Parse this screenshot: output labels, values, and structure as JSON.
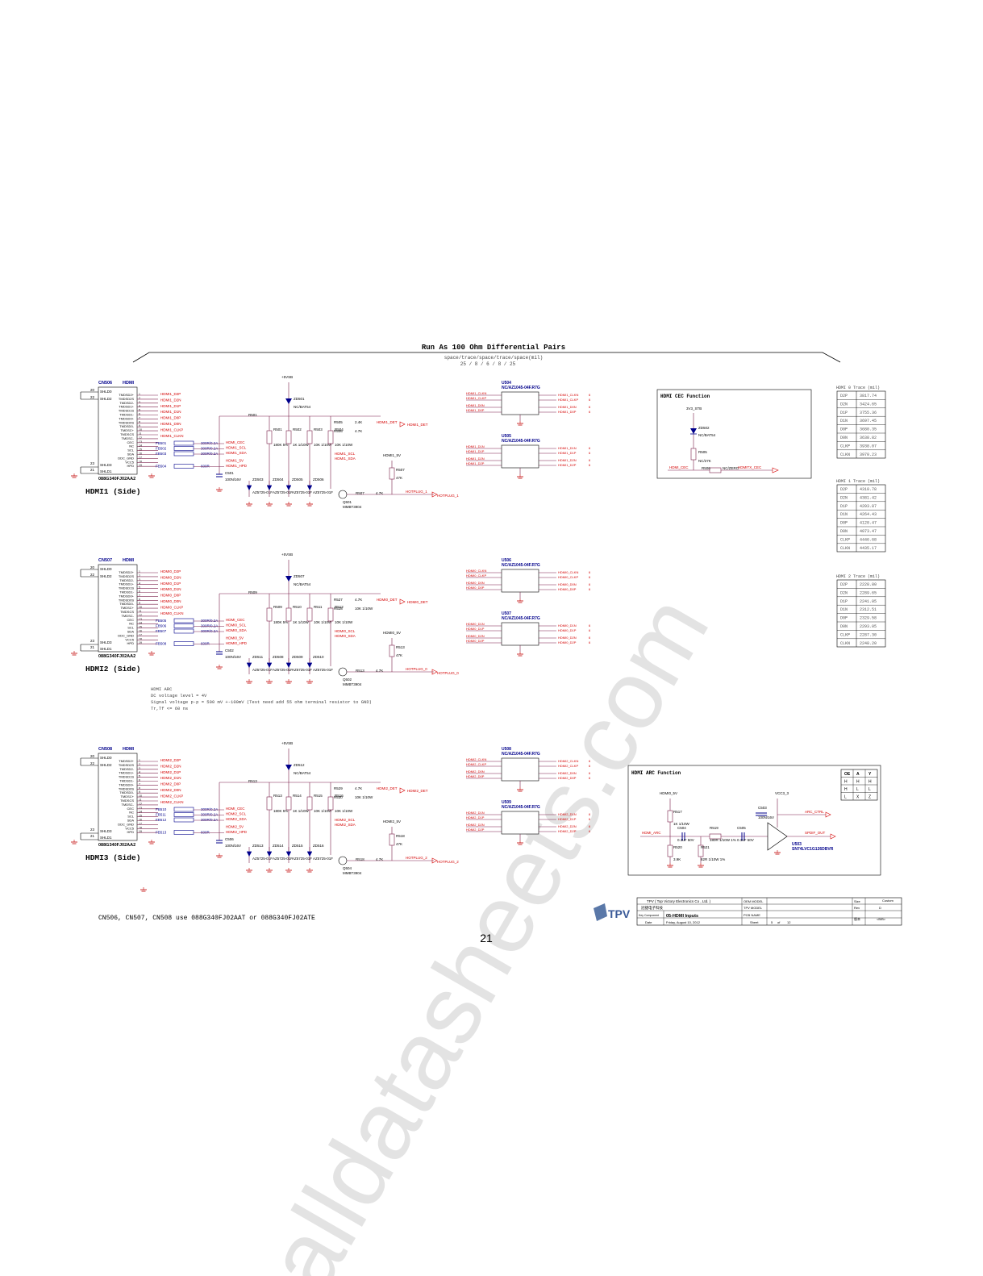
{
  "header": {
    "title": "Run As 100 Ohm Differential Pairs",
    "spacing_line": "space/trace/space/trace/space(mil)",
    "spacing_values": "25 / 8 / 6 / 8 / 25"
  },
  "hdmi_blocks": [
    {
      "connector": "CN506",
      "type": "HDMI",
      "part": "088G340FJ02AA2",
      "label": "HDMI1 (Side)",
      "pin_names": [
        "TMDSD2+",
        "TMDSD2S",
        "TMDSD2-",
        "TMDSD1+",
        "TMDSD1S",
        "TMDSD1-",
        "TMDSD0+",
        "TMDSD0S",
        "TMDSD0-",
        "TMDSC+",
        "TMDSCS",
        "TMDSC-",
        "CEC",
        "NC",
        "SCL",
        "SDA",
        "DDC_GND",
        "VCC5",
        "HPD"
      ],
      "shield_pins": [
        "SHLD0",
        "SHLD2",
        "SHLD3",
        "SHLD1"
      ],
      "shield_nums": [
        "20",
        "22",
        "23",
        "21"
      ],
      "nets_top": [
        "HDMI1_D2P",
        "HDMI1_D2N",
        "HDMI1_D1P",
        "HDMI1_D1N",
        "HDMI1_D0P",
        "HDMI1_D0N",
        "HDMI1_CLKP",
        "HDMI1_CLKN"
      ],
      "bead_refs": [
        "FB501",
        "FB502",
        "FB503",
        "FB504"
      ],
      "bead_vals": [
        "300R/0.2A",
        "300R/0.2A",
        "300R/0.2A",
        "600R"
      ],
      "nets_mid": [
        "HDMI_CEC",
        "HDMI1_SCL",
        "HDMI1_SDA",
        "HDMI1_5V",
        "HDMI1_HPD"
      ],
      "cap": "C501",
      "cap_val": "100N/16V",
      "zener_top": "ZD501",
      "zener_top_val": "NC/BAT54",
      "res_refs": [
        "R501",
        "R502",
        "R503",
        "R504",
        "R505",
        "R506",
        "R507",
        "R508"
      ],
      "res_vals": [
        "180K 5%",
        "1K 1/10W",
        "10K 1/10W",
        "10K 1/10W",
        "2.4K",
        "4.7K",
        "4.7K",
        "47K"
      ],
      "tvs_refs": [
        "ZD503",
        "ZD504",
        "ZD505",
        "ZD506"
      ],
      "tvs_val": "AZ5725-01F",
      "transistor": "Q501",
      "transistor_val": "MMBT3904",
      "det_net": "HDMI1_DET",
      "hotplug_net": "HOTPLUG_1",
      "five_v": "HDMI1_5V",
      "off_scl": "HDMI1_SCL",
      "off_sda": "HDMI1_SDA",
      "esd_a": "U504",
      "esd_b": "U505",
      "esd_val": "NC/AZ1045-04F.R7G",
      "esd_a_nets": [
        "HDMI1_CLKN",
        "HDMI1_CLKP",
        "HDMI1_D0N",
        "HDMI1_D0P"
      ],
      "esd_b_nets": [
        "HDMI1_D1N",
        "HDMI1_D1P",
        "HDMI1_D2N",
        "HDMI1_D2P"
      ],
      "supply": "+5VSB"
    },
    {
      "connector": "CN507",
      "type": "HDMI",
      "part": "088G340FJ02AA2",
      "label": "HDMI2 (Side)",
      "pin_names": [
        "TMDSD2+",
        "TMDSD2S",
        "TMDSD2-",
        "TMDSD1+",
        "TMDSD1S",
        "TMDSD1-",
        "TMDSD0+",
        "TMDSD0S",
        "TMDSD0-",
        "TMDSC+",
        "TMDSCS",
        "TMDSC-",
        "CEC",
        "NC",
        "SCL",
        "SDA",
        "DDC_GND",
        "VCC5",
        "HPD"
      ],
      "shield_pins": [
        "SHLD0",
        "SHLD2",
        "SHLD3",
        "SHLD1"
      ],
      "shield_nums": [
        "20",
        "22",
        "23",
        "21"
      ],
      "nets_top": [
        "HDMI0_D2P",
        "HDMI0_D2N",
        "HDMI0_D1P",
        "HDMI0_D1N",
        "HDMI0_D0P",
        "HDMI0_D0N",
        "HDMI0_CLKP",
        "HDMI0_CLKN"
      ],
      "bead_refs": [
        "FB505",
        "FB506",
        "FB507",
        "FB508"
      ],
      "bead_vals": [
        "300R/0.2A",
        "300R/0.2A",
        "300R/0.2A",
        "600R"
      ],
      "nets_mid": [
        "HDMI_CEC",
        "HDMI0_SCL",
        "HDMI0_SDA",
        "HDMI0_5V",
        "HDMI0_HPD"
      ],
      "cap": "C502",
      "cap_val": "100N/16V",
      "zener_top": "ZD507",
      "zener_top_val": "NC/BAT54",
      "res_refs": [
        "R509",
        "R510",
        "R511",
        "R512",
        "R527",
        "R528",
        "R513",
        "R520"
      ],
      "res_vals": [
        "180K 5%",
        "1K 1/10W",
        "10K 1/10W",
        "10K 1/10W",
        "4.7K",
        "10K 1/10W",
        "4.7K",
        "47K"
      ],
      "tvs_refs": [
        "ZD511",
        "ZD508",
        "ZD509",
        "ZD510"
      ],
      "tvs_val": "AZ5725-01F",
      "transistor": "Q502",
      "transistor_val": "MMBT3904",
      "det_net": "HDMI0_DET",
      "hotplug_net": "HOTPLUG_0",
      "five_v": "HDMI0_5V",
      "off_scl": "HDMI0_SCL",
      "off_sda": "HDMI0_SDA",
      "esd_a": "U506",
      "esd_b": "U507",
      "esd_val": "NC/AZ1045-04F.R7G",
      "esd_a_nets": [
        "HDMI0_CLKN",
        "HDMI0_CLKP",
        "HDMI0_D0N",
        "HDMI0_D0P"
      ],
      "esd_b_nets": [
        "HDMI0_D1N",
        "HDMI0_D1P",
        "HDMI0_D2N",
        "HDMI0_D2P"
      ],
      "supply": "+5VSB"
    },
    {
      "connector": "CN508",
      "type": "HDMI",
      "part": "088G340FJ02AA2",
      "label": "HDMI3 (Side)",
      "pin_names": [
        "TMDSD2+",
        "TMDSD2S",
        "TMDSD2-",
        "TMDSD1+",
        "TMDSD1S",
        "TMDSD1-",
        "TMDSD0+",
        "TMDSD0S",
        "TMDSD0-",
        "TMDSC+",
        "TMDSCS",
        "TMDSC-",
        "CEC",
        "NC",
        "SCL",
        "SDA",
        "DDC_GND",
        "VCC5",
        "HPD"
      ],
      "shield_pins": [
        "SHLD0",
        "SHLD2",
        "SHLD3",
        "SHLD1"
      ],
      "shield_nums": [
        "20",
        "22",
        "23",
        "21"
      ],
      "nets_top": [
        "HDMI2_D2P",
        "HDMI2_D2N",
        "HDMI2_D1P",
        "HDMI2_D1N",
        "HDMI2_D0P",
        "HDMI2_D0N",
        "HDMI2_CLKP",
        "HDMI2_CLKN"
      ],
      "bead_refs": [
        "FB510",
        "FB511",
        "FB512",
        "FB513"
      ],
      "bead_vals": [
        "300R/0.2A",
        "300R/0.2A",
        "300R/0.2A",
        "600R"
      ],
      "nets_mid": [
        "HDMI_CEC",
        "HDMI2_SCL",
        "HDMI2_SDA",
        "HDMI2_5V",
        "HDMI2_HPD"
      ],
      "cap": "C506",
      "cap_val": "100N/16V",
      "zener_top": "ZD512",
      "zener_top_val": "NC/BAT54",
      "res_refs": [
        "R513",
        "R514",
        "R515",
        "R516",
        "R529",
        "R530",
        "R518",
        "R524"
      ],
      "res_vals": [
        "180K 5%",
        "1K 1/10W",
        "10K 1/10W",
        "10K 1/10W",
        "4.7K",
        "10K 1/10W",
        "4.7K",
        "47K"
      ],
      "tvs_refs": [
        "ZD513",
        "ZD514",
        "ZD515",
        "ZD516"
      ],
      "tvs_val": "AZ5725-01F",
      "transistor": "Q504",
      "transistor_val": "MMBT3904",
      "det_net": "HDMI2_DET",
      "hotplug_net": "HOTPLUG_2",
      "five_v": "HDMI2_5V",
      "off_scl": "HDMI2_SCL",
      "off_sda": "HDMI2_SDA",
      "esd_a": "U508",
      "esd_b": "U509",
      "esd_val": "NC/AZ1045-04F.R7G",
      "esd_a_nets": [
        "HDMI2_CLKN",
        "HDMI2_CLKP",
        "HDMI2_D0N",
        "HDMI2_D0P"
      ],
      "esd_b_nets": [
        "HDMI2_D1N",
        "HDMI2_D1P",
        "HDMI2_D2N",
        "HDMI2_D2P"
      ],
      "supply": "+5VSB"
    }
  ],
  "cec_box": {
    "title": "HDMI CEC Function",
    "supply": "3V3_STB",
    "diode": "ZD502",
    "diode_val": "NC/BAT54",
    "r_pull": "R505",
    "r_pull_val": "NC/27K",
    "r_ser": "R506",
    "r_ser_val": "NC/ZERO",
    "net_in": "HDMI_CEC",
    "net_out": "HDMITX_CEC"
  },
  "trace_tables": [
    {
      "title": "HDMI 0 Trace (mil)",
      "rows": [
        [
          "D2P",
          "3817.74"
        ],
        [
          "D2N",
          "3424.65"
        ],
        [
          "D1P",
          "3755.36"
        ],
        [
          "D1N",
          "3697.45"
        ],
        [
          "D0P",
          "3680.35"
        ],
        [
          "D0N",
          "3638.82"
        ],
        [
          "CLKP",
          "3938.07"
        ],
        [
          "CLKN",
          "3970.23"
        ]
      ]
    },
    {
      "title": "HDMI 1 Trace (mil)",
      "rows": [
        [
          "D2P",
          "4310.78"
        ],
        [
          "D2N",
          "4381.42"
        ],
        [
          "D1P",
          "4203.87"
        ],
        [
          "D1N",
          "4264.43"
        ],
        [
          "D0P",
          "4128.47"
        ],
        [
          "D0N",
          "4073.47"
        ],
        [
          "CLKP",
          "4446.68"
        ],
        [
          "CLKN",
          "4435.17"
        ]
      ]
    },
    {
      "title": "HDMI 2 Trace (mil)",
      "rows": [
        [
          "D2P",
          "2228.80"
        ],
        [
          "D2N",
          "2289.65"
        ],
        [
          "D1P",
          "2241.05"
        ],
        [
          "D1N",
          "2312.51"
        ],
        [
          "D0P",
          "2329.58"
        ],
        [
          "D0N",
          "2293.05"
        ],
        [
          "CLKP",
          "2287.30"
        ],
        [
          "CLKN",
          "2248.20"
        ]
      ]
    }
  ],
  "arc_note": [
    "HDMI ARC",
    "DC voltage level = 4V",
    "Signal voltage p-p = 500 mV +-100mV (Test  need add 55 ohm terminal resistor to GND)",
    "Tr,Tf <= 60 ns"
  ],
  "arc_box": {
    "title": "HDMI ARC Function",
    "supply_a": "HDMI0_5V",
    "supply_b": "VCC3_3",
    "net_in": "HDMI_ARC",
    "net_out": "SPDIF_OUT",
    "ctrl": "ARC_CTRL",
    "parts": [
      [
        "R517",
        "1K 1/10W"
      ],
      [
        "C504",
        "0.1uF 50V"
      ],
      [
        "R519",
        "180R 1/10W 1%"
      ],
      [
        "C505",
        "0.1uF 50V"
      ],
      [
        "R520",
        "3.9K"
      ],
      [
        "R521",
        "82R 1/10W 1%"
      ],
      [
        "C503",
        "100N/16V"
      ]
    ],
    "ic_ref": "U503",
    "ic_val": "SN74LVC1G126DBVR",
    "truth_head": [
      "OE",
      "A",
      "Y"
    ],
    "truth_rows": [
      [
        "H",
        "H",
        "H"
      ],
      [
        "H",
        "L",
        "L"
      ],
      [
        "L",
        "X",
        "Z"
      ]
    ]
  },
  "footer_note": "CN506, CN507, CN508 use 088G340FJ02AAT or 088G340FJ02ATE",
  "page_number": "21",
  "watermark": "alldatasheets.com",
  "title_block": {
    "logo": "TPV",
    "company": "TPV ( Top Victory Electronics Co , Ltd. )",
    "company_cn": "冠捷电子科技",
    "oem_label": "OEM MODEL",
    "tpv_label": "TPV MODEL",
    "key_label": "Key Component",
    "key_value": "05-HDMI Inputs",
    "pcb_label": "PCB NAME",
    "date_label": "Date",
    "date_value": "Friday, August 10, 2012",
    "sheet_label": "Sheet",
    "sheet_value": "5",
    "of_label": "of",
    "of_value": "12",
    "size_label": "Size",
    "size_value": "Custom",
    "rev_label": "Rev",
    "rev_value": "D",
    "cn_label": "版本",
    "cn_value": "<B/B>"
  },
  "colors": {
    "line": "#000000",
    "wire": "#7a1f4a",
    "net": "#d40000",
    "part": "#00008b",
    "ground": "#c00000",
    "watermark": "#dcdcdc"
  }
}
